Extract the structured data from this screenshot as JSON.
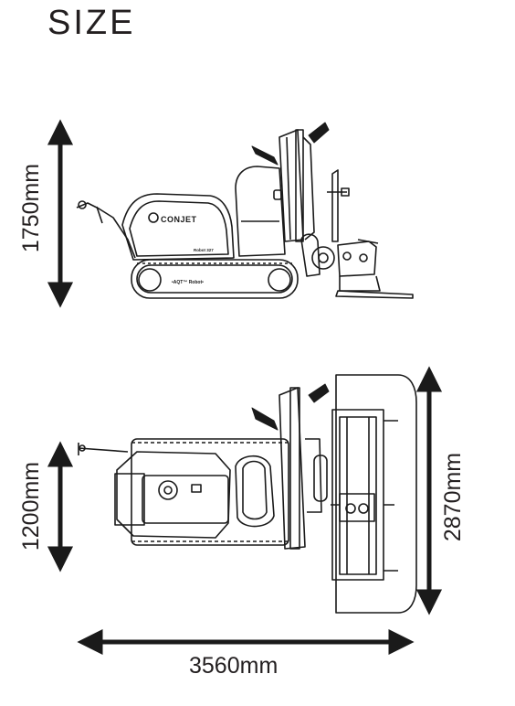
{
  "title": "SIZE",
  "dimensions": {
    "height": "1750mm",
    "width": "1200mm",
    "length": "3560mm",
    "depth": "2870mm"
  },
  "machine": {
    "brand": "CONJET",
    "model": "Robot 327",
    "track_label": "•AQT™ Robot•"
  },
  "colors": {
    "ink": "#231f20",
    "stroke": "#1a1a1a"
  }
}
